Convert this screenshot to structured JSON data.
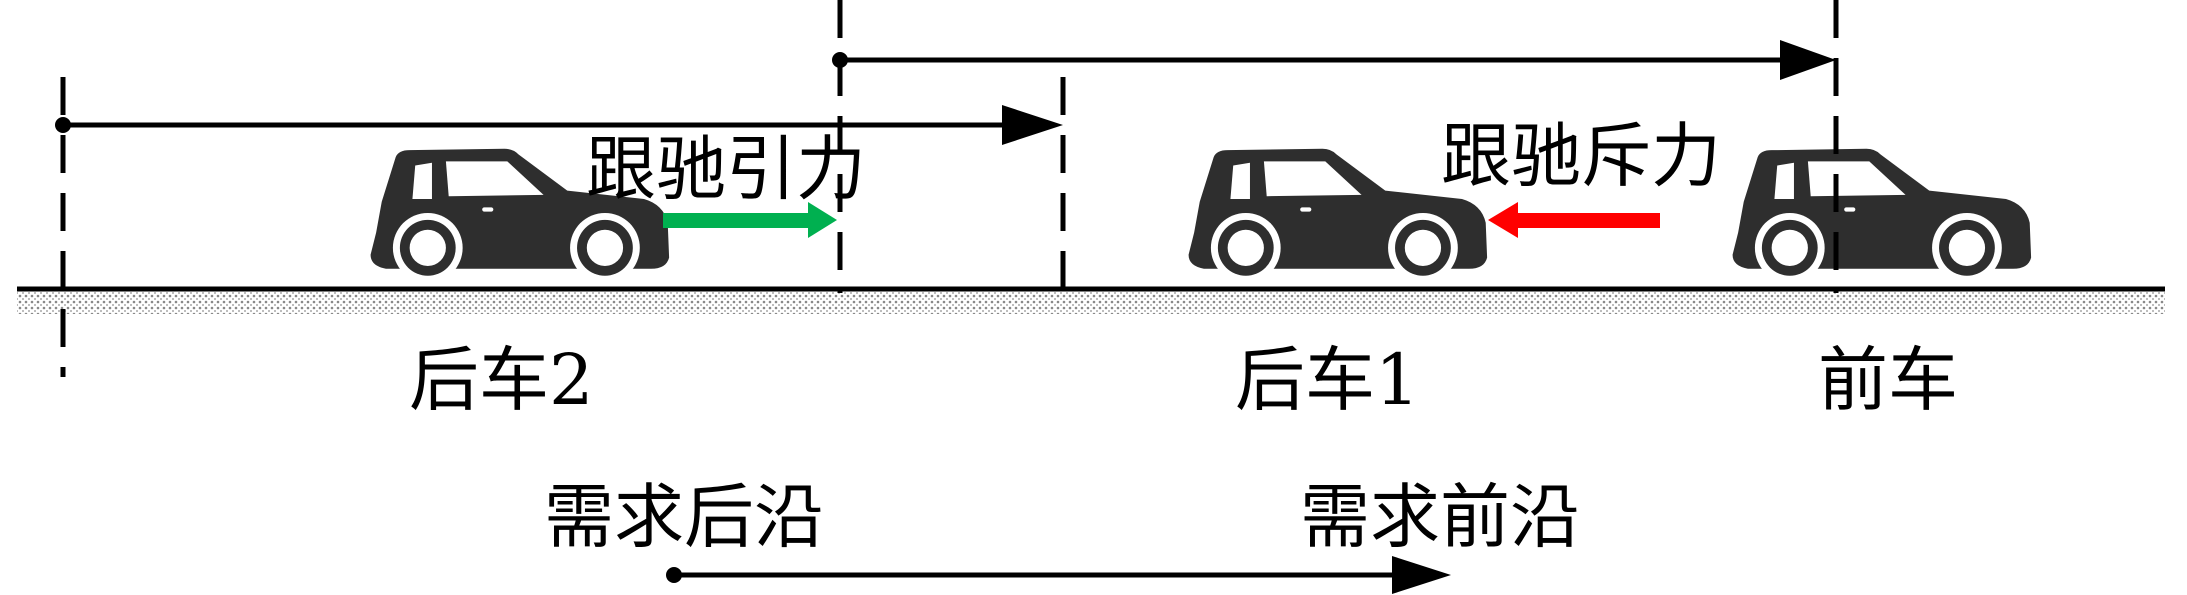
{
  "labels": {
    "attraction": "跟驰引力",
    "repulsion": "跟驰斥力",
    "rear_car_2": "后车2",
    "rear_car_1": "后车1",
    "front_car": "前车",
    "demand_rear_edge": "需求后沿",
    "demand_front_edge": "需求前沿"
  },
  "colors": {
    "attraction_arrow": "#00b050",
    "repulsion_arrow": "#ff0000",
    "car": "#2e2e2e"
  }
}
